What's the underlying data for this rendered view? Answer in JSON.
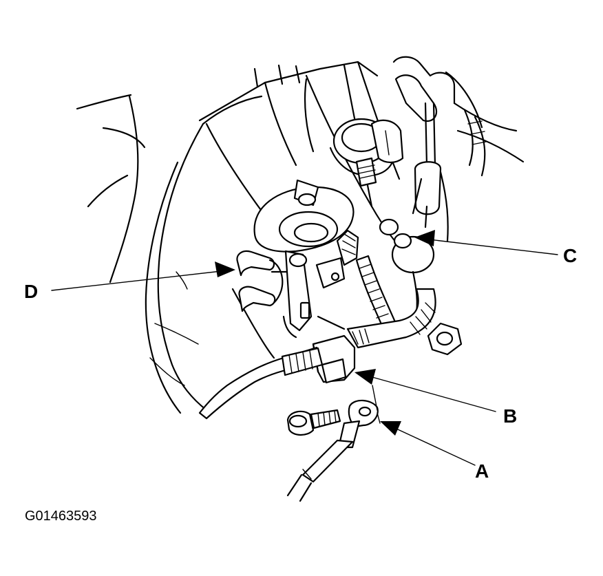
{
  "figure": {
    "code": "G01463593",
    "callouts": [
      {
        "id": "A",
        "label": "A"
      },
      {
        "id": "B",
        "label": "B"
      },
      {
        "id": "C",
        "label": "C"
      },
      {
        "id": "D",
        "label": "D"
      }
    ]
  }
}
